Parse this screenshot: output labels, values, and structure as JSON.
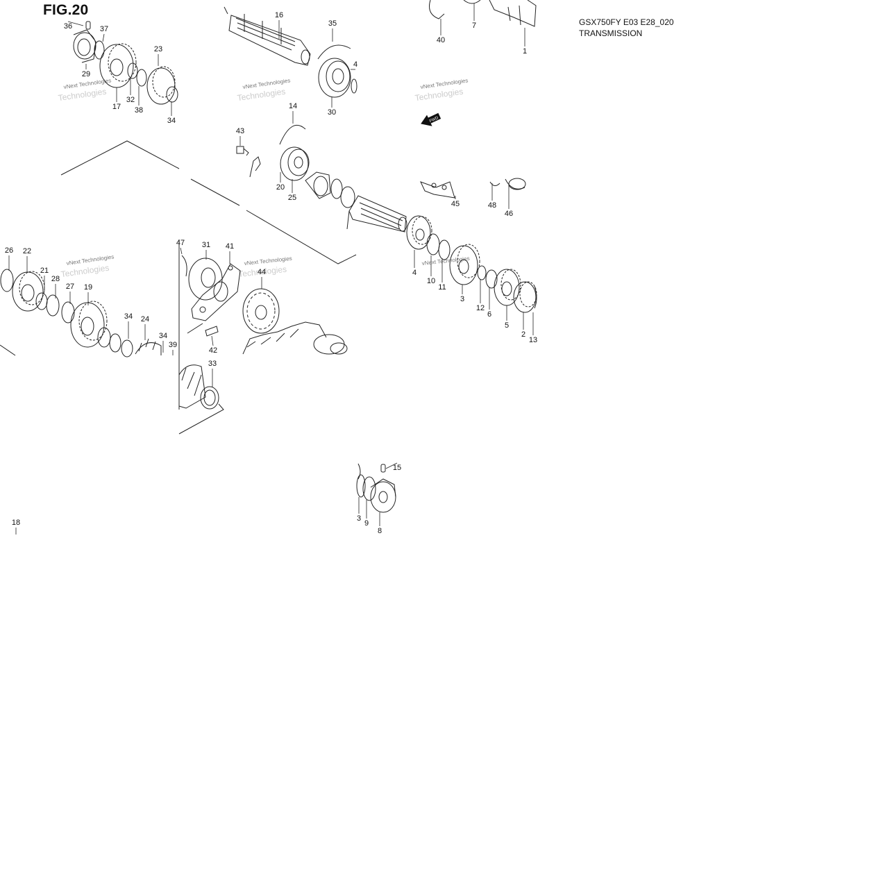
{
  "figure": {
    "title": "FIG.20",
    "model_code": "GSX750FY E03 E28_020",
    "section": "TRANSMISSION",
    "forward_marker": "FWD"
  },
  "watermark": {
    "line1": "vNext Technologies",
    "line2": "Technologies"
  },
  "callouts": [
    {
      "id": "c36",
      "label": "36"
    },
    {
      "id": "c37",
      "label": "37"
    },
    {
      "id": "c23",
      "label": "23"
    },
    {
      "id": "c29",
      "label": "29"
    },
    {
      "id": "c32",
      "label": "32"
    },
    {
      "id": "c17",
      "label": "17"
    },
    {
      "id": "c38",
      "label": "38"
    },
    {
      "id": "c34a",
      "label": "34"
    },
    {
      "id": "c16",
      "label": "16"
    },
    {
      "id": "c35",
      "label": "35"
    },
    {
      "id": "c4a",
      "label": "4"
    },
    {
      "id": "c30",
      "label": "30"
    },
    {
      "id": "c40",
      "label": "40"
    },
    {
      "id": "c7",
      "label": "7"
    },
    {
      "id": "c1",
      "label": "1"
    },
    {
      "id": "c14",
      "label": "14"
    },
    {
      "id": "c43",
      "label": "43"
    },
    {
      "id": "c20",
      "label": "20"
    },
    {
      "id": "c25",
      "label": "25"
    },
    {
      "id": "c45",
      "label": "45"
    },
    {
      "id": "c48",
      "label": "48"
    },
    {
      "id": "c46",
      "label": "46"
    },
    {
      "id": "c26",
      "label": "26"
    },
    {
      "id": "c22",
      "label": "22"
    },
    {
      "id": "c21",
      "label": "21"
    },
    {
      "id": "c28",
      "label": "28"
    },
    {
      "id": "c27",
      "label": "27"
    },
    {
      "id": "c19",
      "label": "19"
    },
    {
      "id": "c34b",
      "label": "34"
    },
    {
      "id": "c24",
      "label": "24"
    },
    {
      "id": "c34c",
      "label": "34"
    },
    {
      "id": "c39",
      "label": "39"
    },
    {
      "id": "c47",
      "label": "47"
    },
    {
      "id": "c31",
      "label": "31"
    },
    {
      "id": "c41",
      "label": "41"
    },
    {
      "id": "c44",
      "label": "44"
    },
    {
      "id": "c42",
      "label": "42"
    },
    {
      "id": "c33",
      "label": "33"
    },
    {
      "id": "c4b",
      "label": "4"
    },
    {
      "id": "c10",
      "label": "10"
    },
    {
      "id": "c11",
      "label": "11"
    },
    {
      "id": "c3a",
      "label": "3"
    },
    {
      "id": "c12",
      "label": "12"
    },
    {
      "id": "c6",
      "label": "6"
    },
    {
      "id": "c5",
      "label": "5"
    },
    {
      "id": "c2",
      "label": "2"
    },
    {
      "id": "c13",
      "label": "13"
    },
    {
      "id": "c15",
      "label": "15"
    },
    {
      "id": "c3b",
      "label": "3"
    },
    {
      "id": "c9",
      "label": "9"
    },
    {
      "id": "c8",
      "label": "8"
    },
    {
      "id": "c18",
      "label": "18"
    }
  ]
}
